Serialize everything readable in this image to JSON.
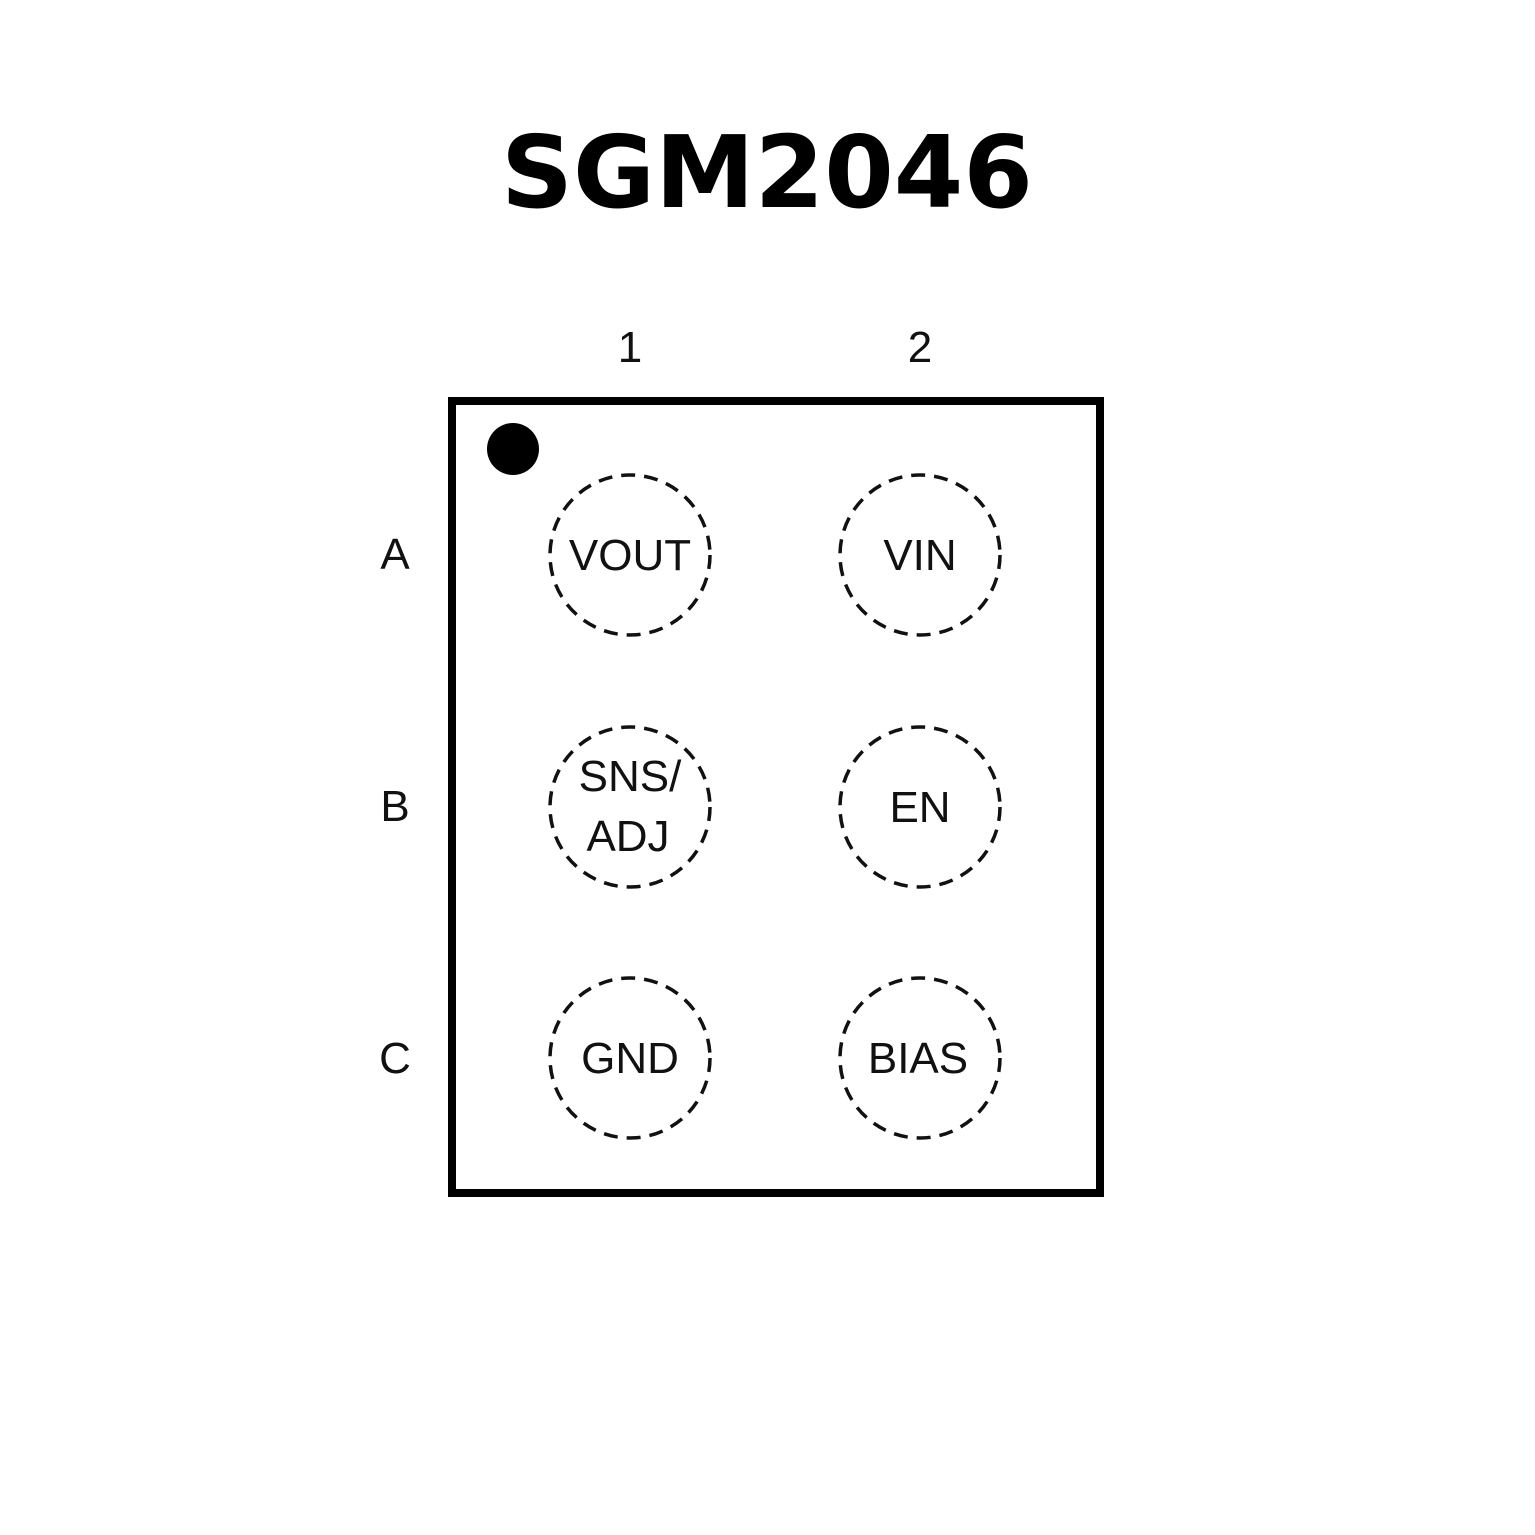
{
  "title": "SGM2046",
  "columns": [
    "1",
    "2"
  ],
  "rows": [
    "A",
    "B",
    "C"
  ],
  "pins": [
    {
      "id": "A1",
      "lines": [
        "VOUT"
      ]
    },
    {
      "id": "A2",
      "lines": [
        "VIN"
      ]
    },
    {
      "id": "B1",
      "lines": [
        "SNS/",
        "ADJ"
      ]
    },
    {
      "id": "B2",
      "lines": [
        "EN"
      ]
    },
    {
      "id": "C1",
      "lines": [
        "GND"
      ]
    },
    {
      "id": "C2",
      "lines": [
        "BIAS"
      ]
    }
  ]
}
